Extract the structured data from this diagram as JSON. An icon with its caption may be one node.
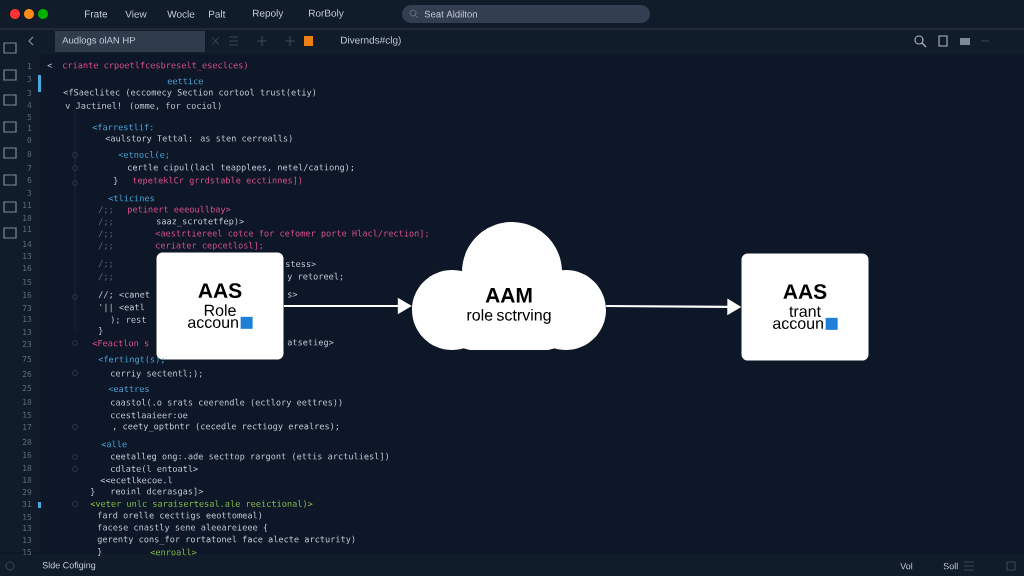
{
  "diagram": {
    "nodes": [
      {
        "text": [
          "AAS",
          "Role accoun"
        ]
      },
      {
        "text": [
          "AAM",
          "role sctrving"
        ]
      },
      {
        "text": [
          "AAS",
          "trant accoun"
        ]
      }
    ],
    "edges": [
      {
        "from": 0,
        "to": 1,
        "arrow": "to"
      },
      {
        "from": 1,
        "to": 2,
        "arrow": "to"
      }
    ],
    "labels": [
      "Frate",
      "View",
      "Wocle",
      "Palt",
      "Repoly",
      "RorBoly",
      "Seat Aldilton",
      "Audlogs olAN HP",
      "Divernds#clg)",
      "<",
      "criante crpoetlfcesbreselt_eseclces)",
      "eettice",
      "<fSaeclitec (eccomecy Section cortool trust(etiy)",
      "v Jactinel! (omme, for cociol)",
      "<farrestlif:",
      "<aulstory Tettal: as sten cerrealls)",
      "<etnocl(e;",
      "certle cipul(lacl teapplees, netel/cationg);",
      "}",
      "tepeteklCr grrdstable ecctinnes])",
      "<tlicines",
      "/;;",
      "petinert eeeoullbay>",
      "/;;",
      "saaz_scrotetfep)>",
      "/;;",
      "<aestrtiereel cotce for cefomer porte Hlacl/rection];",
      "/;;",
      "ceriater cepcetlosl];",
      "/;;",
      "stess>",
      "/;;",
      "y retoreel;",
      "//; <canet",
      "s>",
      "'|| <eatl",
      "); rest",
      "}",
      "<Feactlon s",
      "atsetieg>",
      "<fertingt(s);",
      "cerriy sectentl;);",
      "<eattres",
      "caastol(.o srats ceerendle (ectlory eettres))",
      "ccestlaaieer:oe",
      ", ceety_optbntr (cecedle rectiogy erealres);",
      "<alle",
      "ceetalleg ong:.ade secttop rargont (ettis arctuliesl])",
      "cdlate(l entoatl>",
      "<<ecetlkecoe.l",
      "}",
      "reoinl dcerasgas]>",
      "<veter unlc saraisertesal.ale reeictional)>",
      "fard orelle cecttigs eeottomeal)",
      "facese cnastly sene aleeareieee {",
      "gerenty cons_for rortatonel face alecte arcturity)",
      "}",
      "<enroall>",
      "1",
      "3",
      "3",
      "4",
      "5",
      "1",
      "0",
      "8",
      "7",
      "6",
      "3",
      "11",
      "18",
      "11",
      "14",
      "13",
      "16",
      "15",
      "16",
      "73",
      "13",
      "13",
      "23",
      "75",
      "26",
      "25",
      "18",
      "15",
      "17",
      "28",
      "16",
      "18",
      "18",
      "29",
      "31",
      "15",
      "13",
      "13",
      "15",
      "Slde Cofiging",
      "Vol",
      "Soll"
    ]
  }
}
